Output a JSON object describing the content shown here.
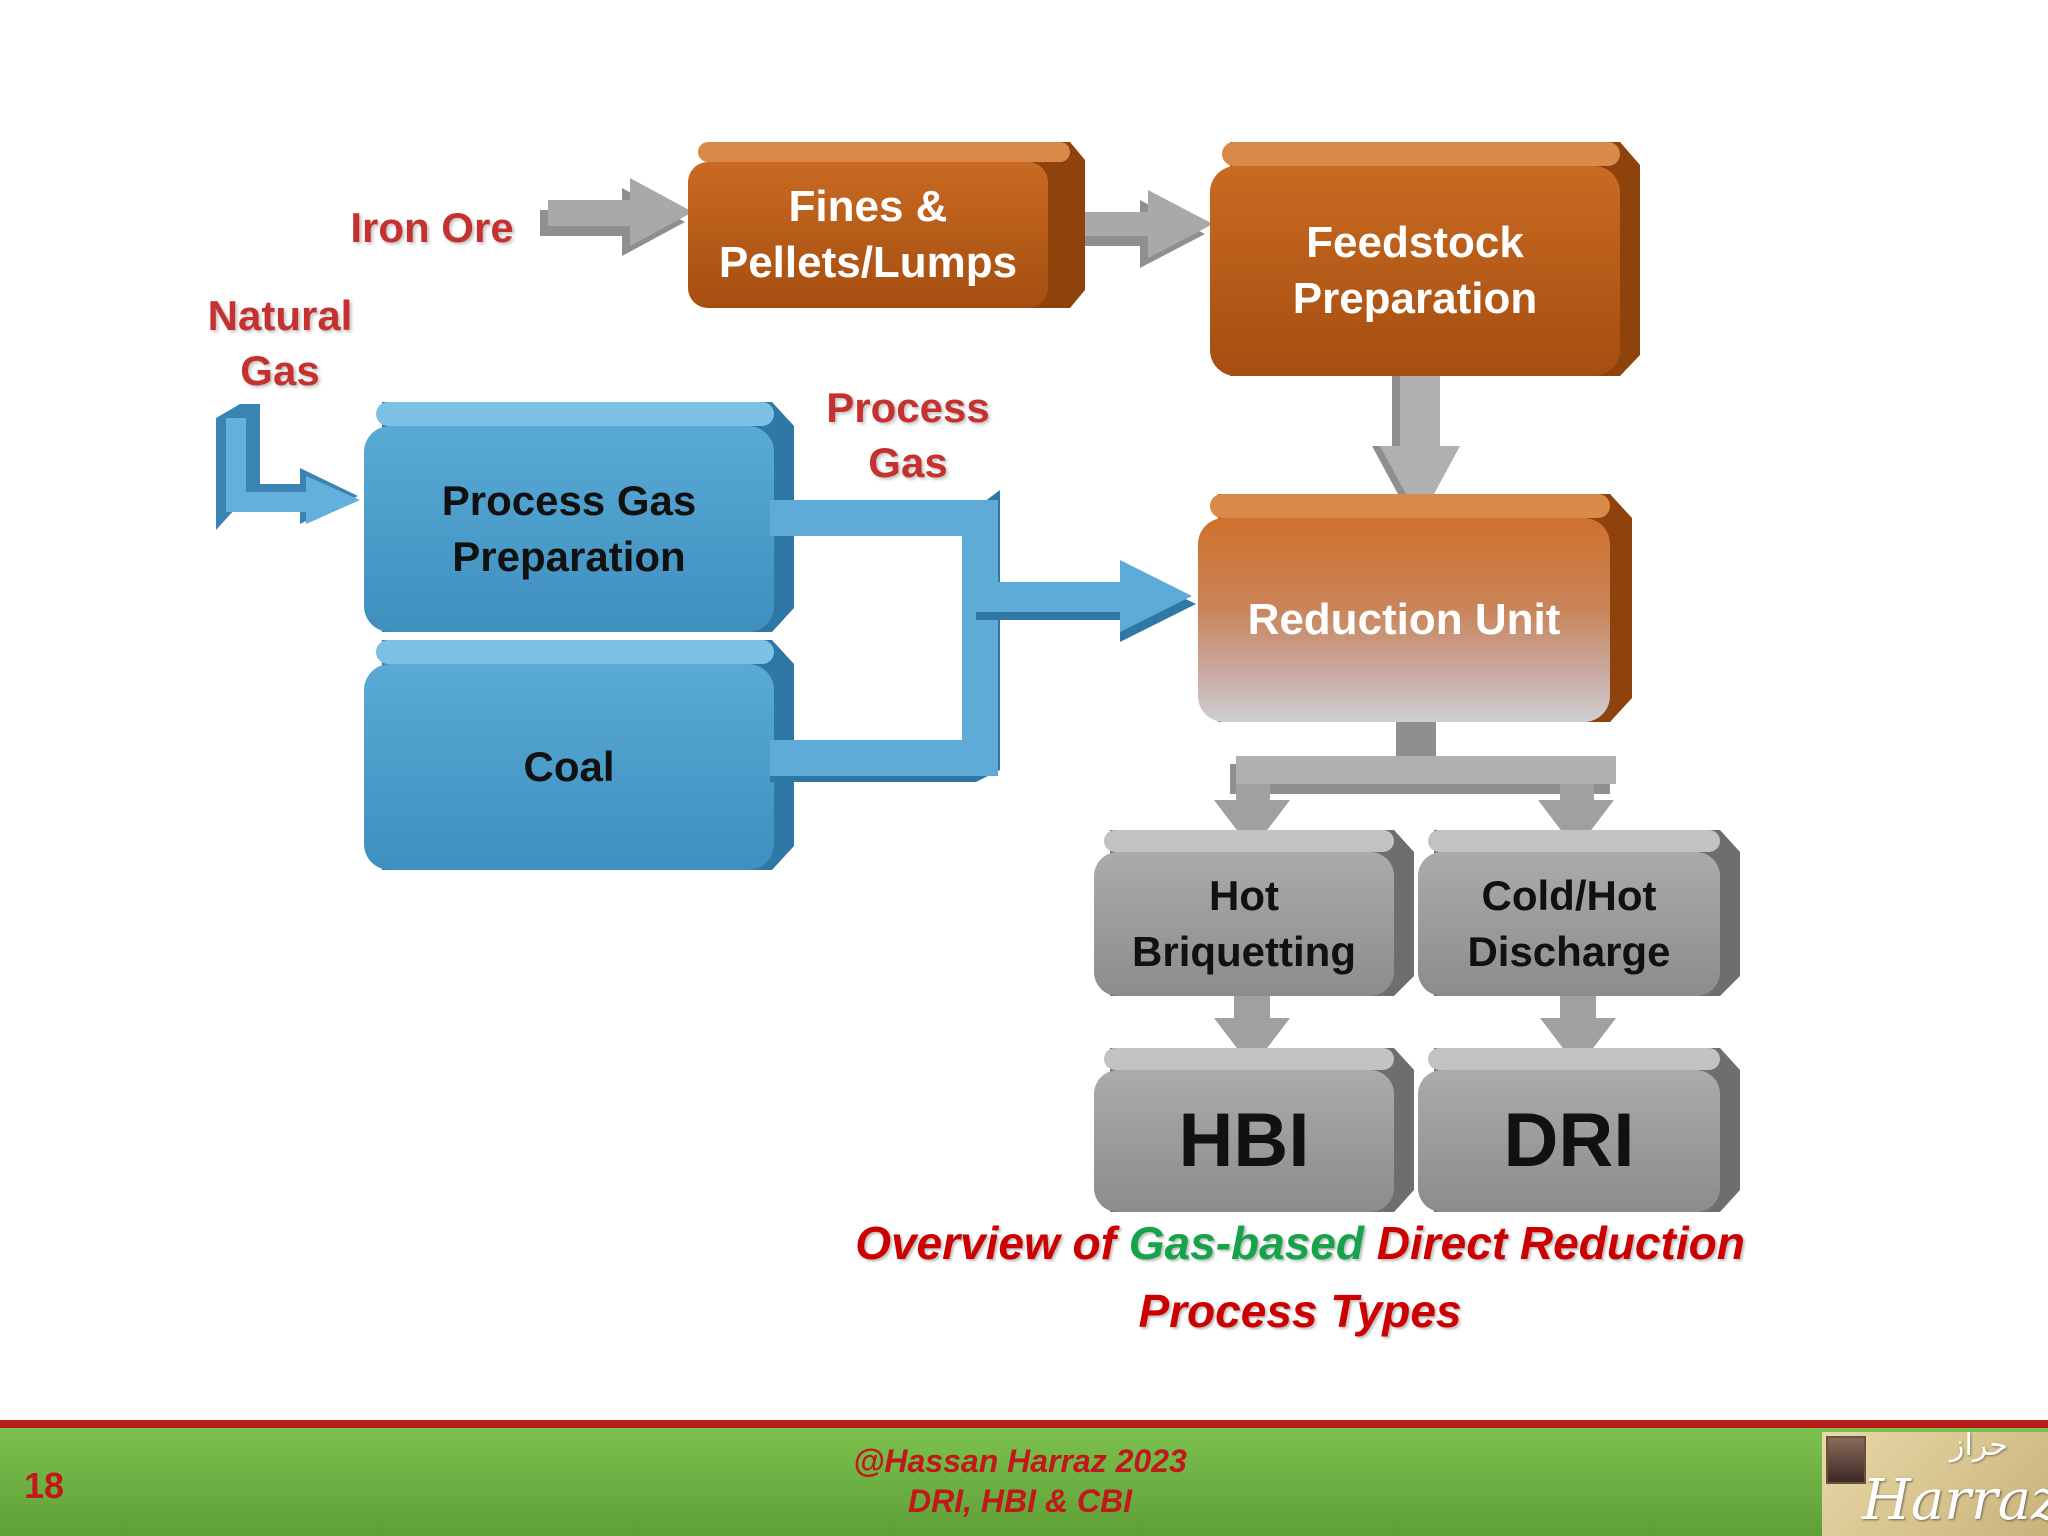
{
  "labels": {
    "iron_ore": "Iron Ore",
    "natural_gas": "Natural\nGas",
    "process_gas": "Process\nGas"
  },
  "boxes": {
    "fines_pellets": "Fines &\nPellets/Lumps",
    "feedstock_prep": "Feedstock\nPreparation",
    "process_gas_prep": "Process Gas\nPreparation",
    "coal": "Coal",
    "reduction_unit": "Reduction Unit",
    "hot_briquetting": "Hot\nBriquetting",
    "cold_hot_discharge": "Cold/Hot\nDischarge",
    "hbi": "HBI",
    "dri": "DRI"
  },
  "caption": {
    "part1": "Overview of ",
    "part2": "Gas-based",
    "part3": " Direct Reduction",
    "line2": "Process Types"
  },
  "footer": {
    "page_number": "18",
    "credit_line1": "@Hassan Harraz 2023",
    "credit_line2": "DRI, HBI & CBI",
    "logo_script": "Harraz",
    "logo_arabic": "حراز"
  },
  "colors": {
    "orange": "#b85a14",
    "blue": "#4a9bc9",
    "gray": "#9a9a9a",
    "label_red": "#c4312e",
    "caption_red": "#cc0000",
    "caption_green": "#16a34a",
    "footer_green": "#6fb043"
  },
  "icons": {
    "logo": "harraz-logo"
  }
}
